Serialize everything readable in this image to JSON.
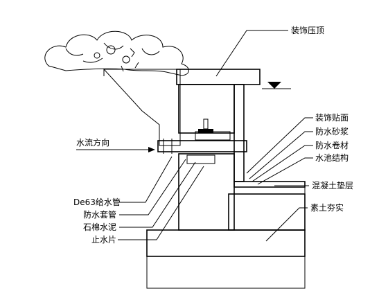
{
  "labels": {
    "top_coping": "装饰压顶",
    "water_flow": "水流方向",
    "decor_facing": "装饰贴面",
    "waterproof_mortar": "防水砂浆",
    "waterproof_membrane": "防水卷材",
    "pool_structure": "水池结构",
    "concrete_cushion": "混凝土垫层",
    "compacted_soil": "素土夯实",
    "supply_pipe": "De63给水管",
    "sleeve": "防水套管",
    "asbestos_cement": "石棉水泥",
    "water_stop": "止水片"
  }
}
